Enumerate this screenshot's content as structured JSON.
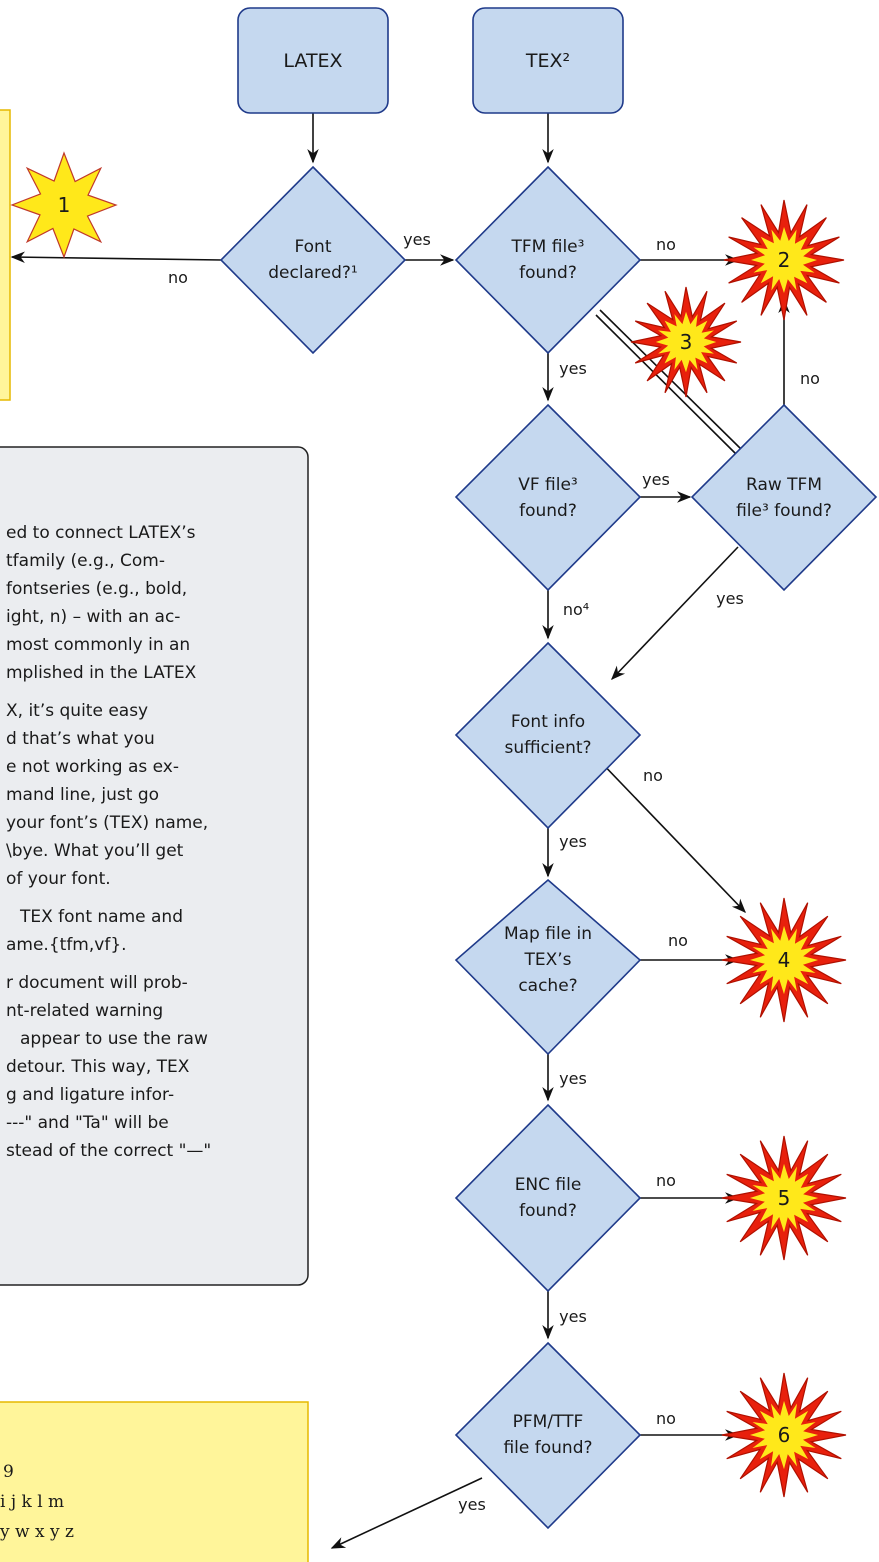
{
  "start_nodes": {
    "latex": "LATEX",
    "tex": "TEX²"
  },
  "decisions": {
    "font_declared": [
      "Font",
      "declared?¹"
    ],
    "tfm_found": [
      "TFM file³",
      "found?"
    ],
    "vf_found": [
      "VF file³",
      "found?"
    ],
    "raw_tfm_found": [
      "Raw TFM",
      "file³ found?"
    ],
    "font_info": [
      "Font info",
      "sufficient?"
    ],
    "map_file": [
      "Map file in",
      "TEX’s",
      "cache?"
    ],
    "enc_file": [
      "ENC file",
      "found?"
    ],
    "pfm_ttf": [
      "PFM/TTF",
      "file found?"
    ]
  },
  "edge_labels": {
    "declared_no": "no",
    "declared_yes": "yes",
    "tfm_no": "no",
    "tfm_yes": "yes",
    "raw_no": "no",
    "vf_yes": "yes",
    "vf_no": "no⁴",
    "raw_yes": "yes",
    "info_no": "no",
    "info_yes": "yes",
    "map_no": "no",
    "map_yes": "yes",
    "enc_no": "no",
    "enc_yes": "yes",
    "pfm_no": "no",
    "pfm_yes": "yes"
  },
  "bursts": {
    "b1": "1",
    "b2": "2",
    "b3": "3",
    "b4": "4",
    "b5": "5",
    "b6": "6"
  },
  "note_panel": {
    "lines": [
      "ed to connect LATEX’s",
      "tfamily (e.g., Com-",
      "fontseries (e.g., bold,",
      "ight, n) – with an ac-",
      "most commonly in an",
      "mplished in the LATEX",
      "",
      "X, it’s quite easy",
      "d that’s what you",
      "e not working as ex-",
      "mand line, just go",
      "your font’s (TEX) name,",
      "\\bye. What you’ll get",
      "of your font.",
      "",
      " TEX font name and",
      "ame.{tfm,vf}.",
      "",
      "r document will prob-",
      "nt-related warning",
      " appear to use the raw",
      "detour. This way, TEX",
      "g and ligature infor-",
      "---\" and \"Ta\" will be",
      "stead of the correct \"—\""
    ]
  },
  "sample_panel": {
    "lines": [
      "9",
      "i  j  k  l  m",
      "y  w  x  y  z"
    ]
  },
  "colors": {
    "node_fill": "#c5d8ef",
    "node_stroke": "#1f3a8a",
    "burst_red": "#e8200c",
    "burst_yellow": "#ffe81a",
    "panel_gray": "#ebedf0",
    "panel_yellow": "#fff59a",
    "panel_yellow_border": "#e6b800"
  }
}
